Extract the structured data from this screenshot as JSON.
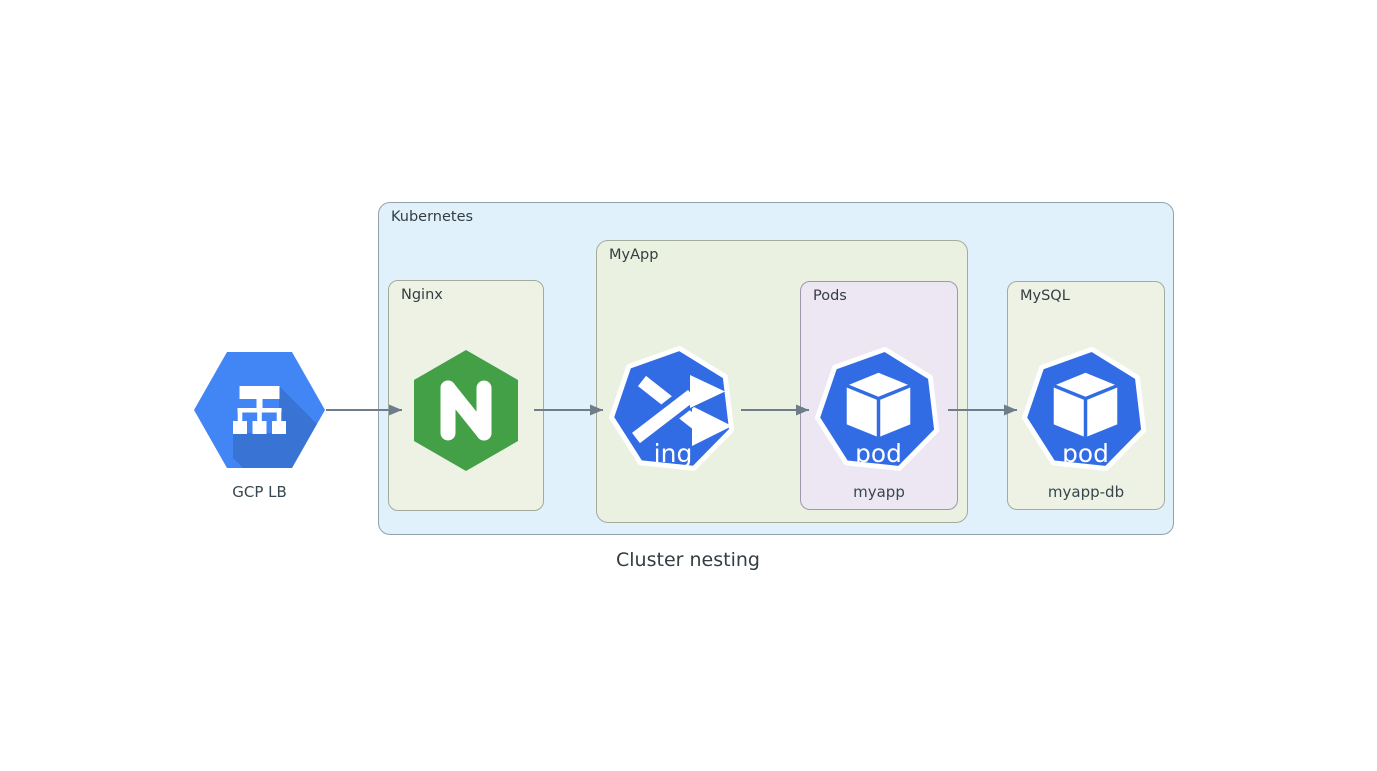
{
  "diagram": {
    "title": "Cluster nesting",
    "containers": {
      "kubernetes": {
        "label": "Kubernetes"
      },
      "nginx": {
        "label": "Nginx"
      },
      "myapp": {
        "label": "MyApp"
      },
      "pods": {
        "label": "Pods"
      },
      "mysql": {
        "label": "MySQL"
      }
    },
    "nodes": {
      "gcp_lb": {
        "label": "GCP LB",
        "icon": "gcp-load-balancer-icon"
      },
      "nginx": {
        "icon": "nginx-hexagon-icon"
      },
      "ingress": {
        "badge": "ing",
        "icon": "k8s-ingress-icon"
      },
      "pod_myapp": {
        "badge": "pod",
        "label": "myapp",
        "icon": "k8s-pod-icon"
      },
      "pod_db": {
        "badge": "pod",
        "label": "myapp-db",
        "icon": "k8s-pod-icon"
      }
    },
    "edges": [
      {
        "from": "gcp_lb",
        "to": "nginx"
      },
      {
        "from": "nginx",
        "to": "ingress"
      },
      {
        "from": "ingress",
        "to": "pod_myapp"
      },
      {
        "from": "pod_myapp",
        "to": "pod_db"
      }
    ],
    "colors": {
      "gcp_blue": "#4285f4",
      "nginx_green": "#43a047",
      "kubernetes_blue": "#326ce5",
      "kubernetes_container_fill": "#e1f1fb",
      "group_fill_green": "#edf2e4",
      "pods_fill": "#ece7f3",
      "arrow_gray": "#6f7d8a",
      "label_text": "#37474f"
    }
  }
}
